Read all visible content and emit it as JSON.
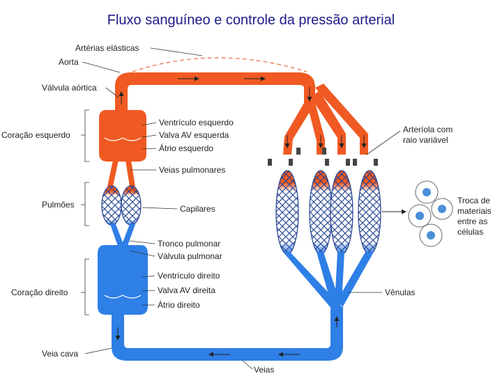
{
  "title": "Fluxo sanguíneo e controle da pressão arterial",
  "colors": {
    "arterial": "#f05a22",
    "venous": "#2e7fe6",
    "capillary": "#1f3f8f"
  },
  "labels": {
    "arterias_elasticas": "Artérias elásticas",
    "aorta": "Aorta",
    "valvula_aortica": "Válvula aórtica",
    "coracao_esquerdo": "Coração esquerdo",
    "ventriculo_esquerdo": "Ventrículo esquerdo",
    "valva_av_esquerda": "Valva AV esquerda",
    "atrio_esquerdo": "Átrio esquerdo",
    "veias_pulmonares": "Veias pulmonares",
    "pulmoes": "Pulmões",
    "capilares": "Capilares",
    "tronco_pulmonar": "Tronco pulmonar",
    "valvula_pulmonar": "Válvula pulmonar",
    "coracao_direito": "Coração direito",
    "ventriculo_direito": "Ventrículo direito",
    "valva_av_direita": "Valva AV direita",
    "atrio_direito": "Átrio direito",
    "veia_cava": "Veia cava",
    "veias": "Veias",
    "venulas": "Vênulas",
    "arteriola_line1": "Arteríola com",
    "arteriola_line2": "raio variável",
    "troca_line1": "Troca de",
    "troca_line2": "materiais",
    "troca_line3": "entre as",
    "troca_line4": "células"
  }
}
